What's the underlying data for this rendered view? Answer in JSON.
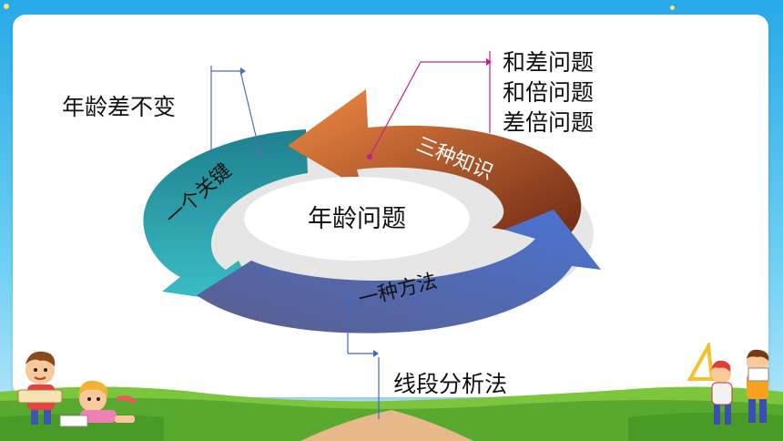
{
  "diagram": {
    "center_topic": "年龄问题",
    "segments": [
      {
        "label": "一个关键",
        "color": "#2fb3bd"
      },
      {
        "label": "三种知识",
        "color": "#e8743a"
      },
      {
        "label": "一种方法",
        "color": "#4a6fc4"
      }
    ],
    "callouts": {
      "key_point": "年龄差不变",
      "knowledge": [
        "和差问题",
        "和倍问题",
        "差倍问题"
      ],
      "method": "线段分析法"
    },
    "connector_colors": {
      "key": "#4f6fb0",
      "knowledge": "#c0208a",
      "method": "#3d6cc0"
    }
  },
  "decorations": {
    "left_kids": "cartoon children reading",
    "right_kids": "cartoon children with ruler"
  }
}
